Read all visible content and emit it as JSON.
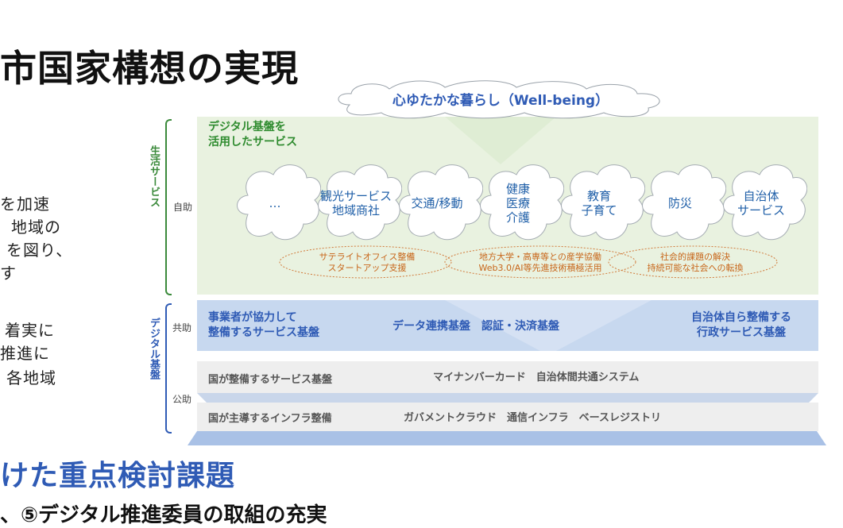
{
  "title": "市国家構想の実現",
  "left_text": [
    "を加速",
    "地域の",
    "を図り、",
    "す",
    "着実に",
    "推進に",
    "各地域"
  ],
  "diagram": {
    "wellbeing": "心ゆたかな暮らし（Well-being）",
    "digital_services_label": "デジタル基盤を\n活用したサービス",
    "life_services_label": "生活サービス",
    "digital_base_label": "デジタル基盤",
    "self_help": "自助",
    "mutual_help": "共助",
    "public_help": "公助",
    "clouds": [
      "…",
      "観光サービス\n地域商社",
      "交通/移動",
      "健康\n医療\n介護",
      "教育\n子育て",
      "防災",
      "自治体\nサービス"
    ],
    "ellipses": [
      "サテライトオフィス整備\nスタートアップ支援",
      "地方大学・高専等との産学協働\nWeb3.0/AI等先進技術積極活用",
      "社会的課題の解決\n持続可能な社会への転換"
    ],
    "joint_band": {
      "left": "事業者が協力して\n整備するサービス基盤",
      "center": "データ連携基盤　認証・決済基盤",
      "right": "自治体自ら整備する\n行政サービス基盤"
    },
    "national_band": {
      "left": "国が整備するサービス基盤",
      "center": "マイナンバーカード　自治体間共通システム"
    },
    "infra_band": {
      "left": "国が主導するインフラ整備",
      "center": "ガバメントクラウド　通信インフラ　ベースレジストリ"
    }
  },
  "section_title": "けた重点検討課題",
  "sub_heading": "、⑤デジタル推進委員の取組の充実",
  "colors": {
    "blue": "#2f5bb5",
    "green": "#3b8a3b",
    "orange": "#c8661a"
  }
}
